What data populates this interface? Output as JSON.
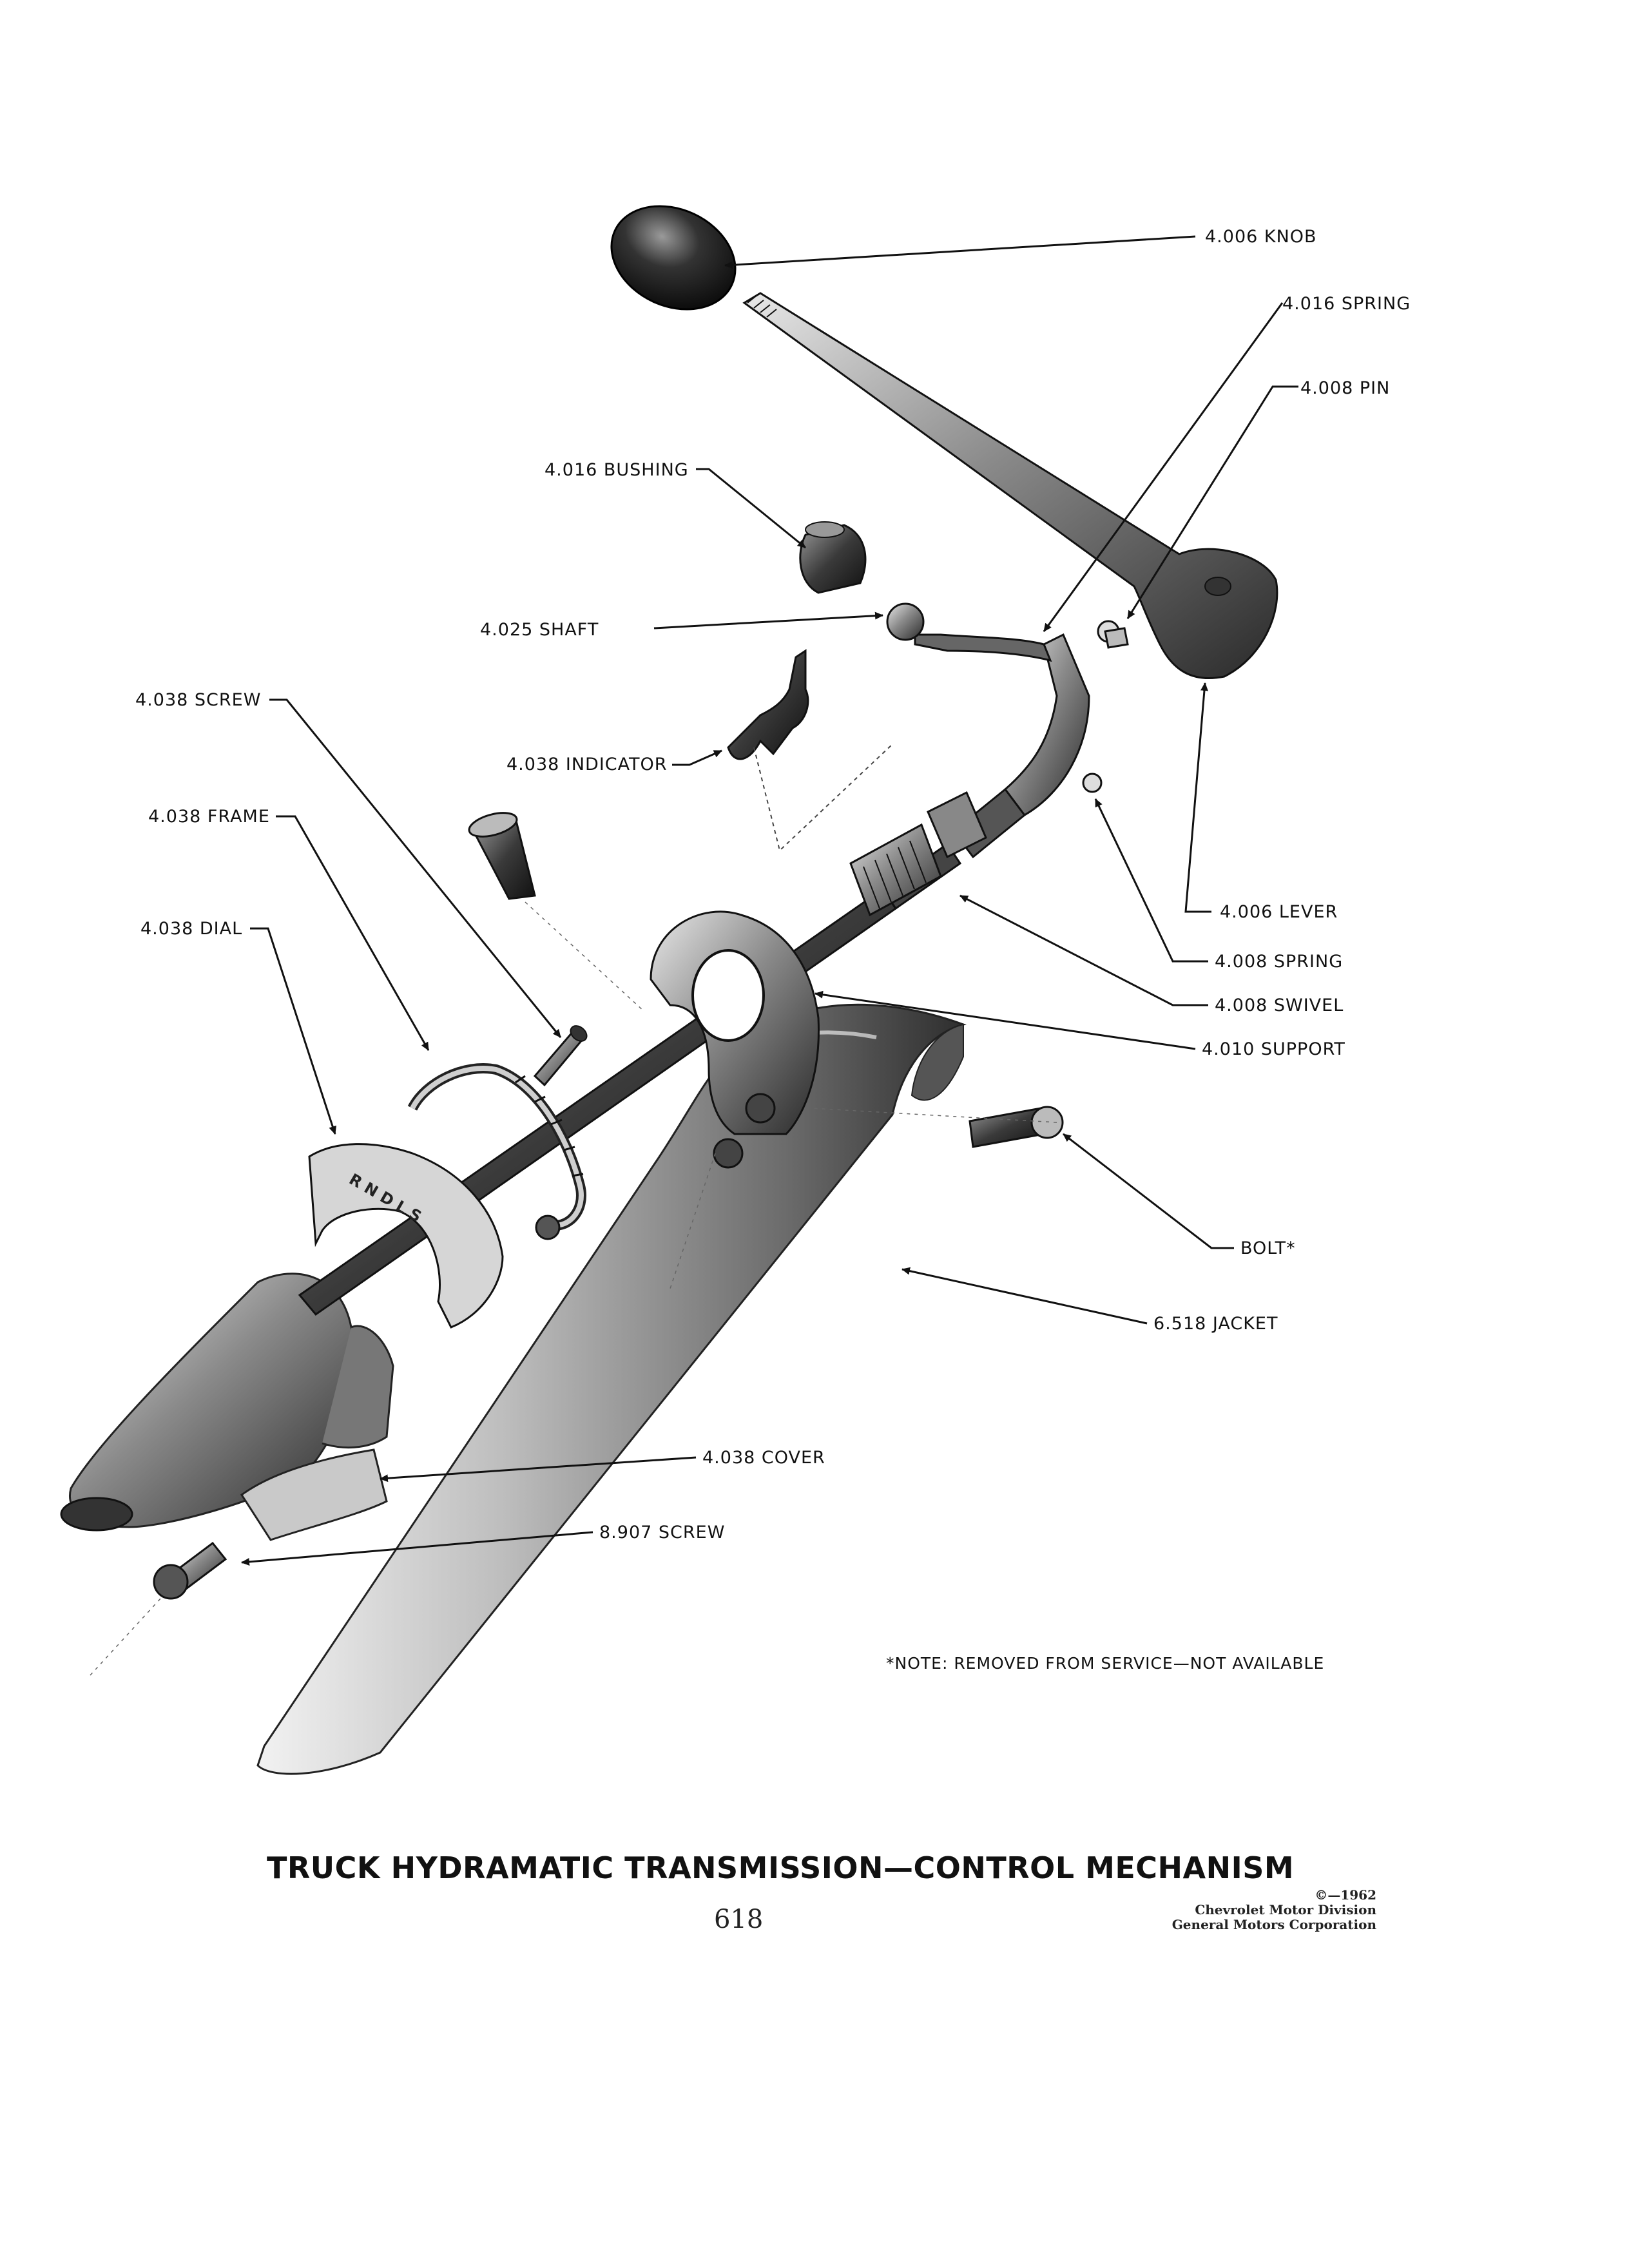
{
  "labels": {
    "knob": "4.006 KNOB",
    "spring_top": "4.016 SPRING",
    "pin": "4.008 PIN",
    "bushing": "4.016 BUSHING",
    "shaft": "4.025 SHAFT",
    "screw_038": "4.038 SCREW",
    "indicator": "4.038 INDICATOR",
    "frame": "4.038 FRAME",
    "dial": "4.038 DIAL",
    "lever": "4.006 LEVER",
    "spring_008": "4.008 SPRING",
    "swivel": "4.008 SWIVEL",
    "support": "4.010 SUPPORT",
    "bolt": "BOLT*",
    "jacket": "6.518 JACKET",
    "cover": "4.038 COVER",
    "screw_907": "8.907 SCREW"
  },
  "dial_text": "R N D L S",
  "note": "*NOTE: REMOVED FROM SERVICE—NOT AVAILABLE",
  "title": "TRUCK HYDRAMATIC TRANSMISSION—CONTROL MECHANISM",
  "page_number": "618",
  "copyright": {
    "year": "©—1962",
    "line1": "Chevrolet Motor Division",
    "line2": "General Motors Corporation"
  }
}
